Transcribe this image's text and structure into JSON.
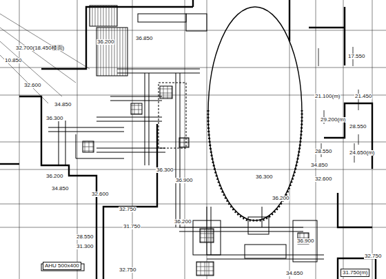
{
  "diagram": {
    "labels": [
      "32.700(18.450楼面)",
      "10.850",
      "36.200",
      "36.850",
      "32.600",
      "34.850",
      "36.300",
      "36.200",
      "34.850",
      "32.600",
      "36.300",
      "36.900",
      "36.200",
      "36.300",
      "34.850",
      "32.600",
      "36.900",
      "34.650",
      "32.750",
      "31.750",
      "28.550",
      "31.300",
      "32.750",
      "AHU 500x400",
      "17.550",
      "21.100(m)",
      "21.450",
      "29.200(m)",
      "28.550",
      "28.550",
      "24.650(m)",
      "36.200",
      "31.750(m)",
      "32.750"
    ]
  }
}
